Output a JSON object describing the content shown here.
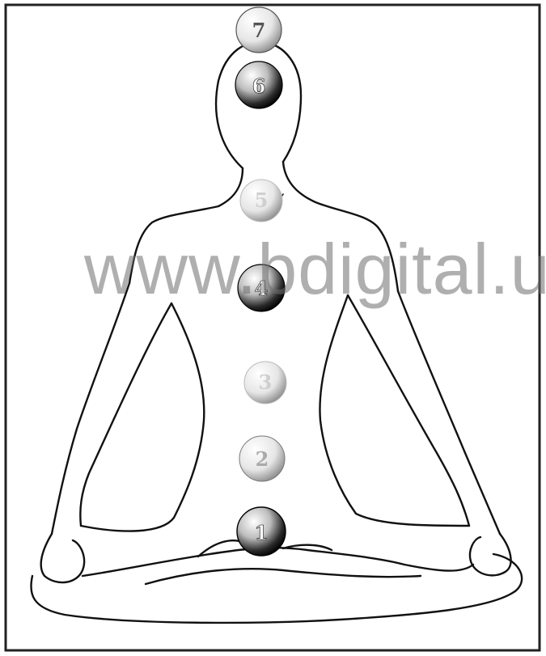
{
  "watermark": {
    "text": "www.bdigital.u"
  },
  "chakras": [
    {
      "number": "7"
    },
    {
      "number": "6"
    },
    {
      "number": "5"
    },
    {
      "number": "4"
    },
    {
      "number": "3"
    },
    {
      "number": "2"
    },
    {
      "number": "1"
    }
  ],
  "colors": {
    "outline": "#111111",
    "sphere_dark": "#1a1a1a",
    "sphere_light": "#f5f5f5",
    "frame": "#222222"
  }
}
